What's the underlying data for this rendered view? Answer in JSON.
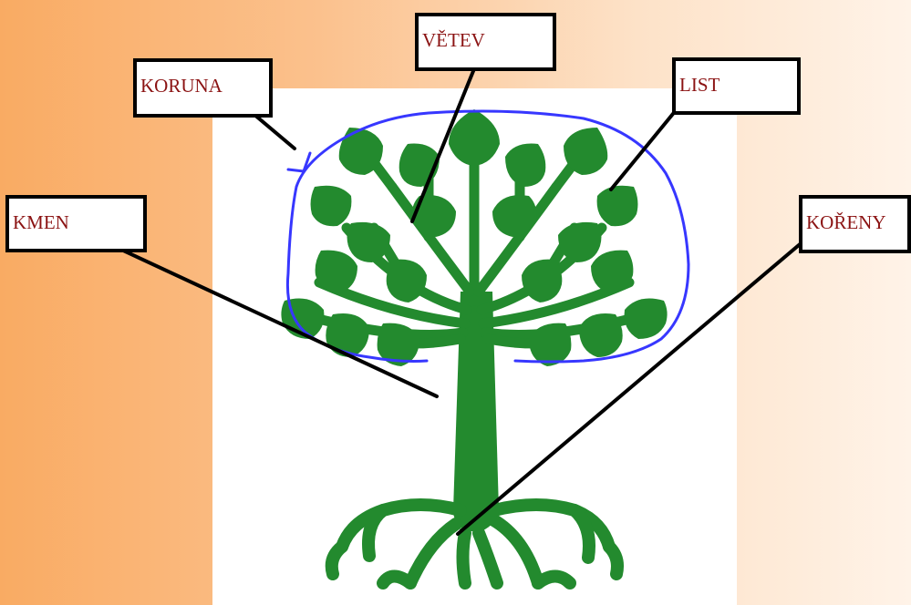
{
  "labels": {
    "koruna": "KORUNA",
    "vetev": "VĚTEV",
    "list": "LIST",
    "kmen": "KMEN",
    "koreny": "KOŘENY"
  },
  "colors": {
    "tree": "#238a2e",
    "crown_outline": "#3737ff",
    "label_text": "#8b1313"
  }
}
